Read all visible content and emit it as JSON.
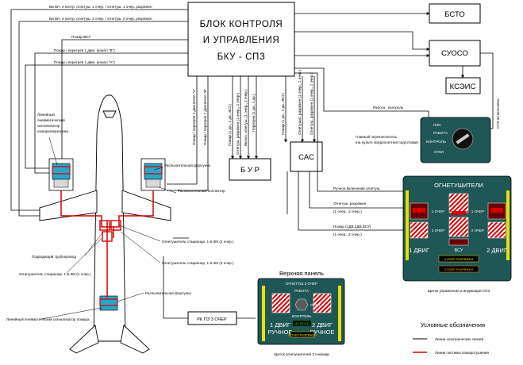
{
  "control_unit": {
    "line1": "БЛОК КОНТРОЛЯ",
    "line2": "И УПРАВЛЕНИЯ",
    "line3": "БКУ - СПЗ"
  },
  "boxes": {
    "bsto": "БСТО",
    "suoso": "СУОСО",
    "ksais": "КСЭИС",
    "bur": "Б У Р",
    "sas": "САС"
  },
  "left_signals": [
    "Включ. и контр. огнетуш. 1 очер. / огнетуш. 1 очер. разряжен",
    "Включ. и контр. огнетуш. 2 очер. / огнетуш. 2 очер. разряжен",
    "Пожар ВСУ",
    "Пожар / перегрев 1 двиг. (канал \"В\")",
    "Пожар / перегрев 1 двиг. (канал \"А\")"
  ],
  "vertical_labels": {
    "engine2_v": "Пожар / перегрев 2 двигателя \"V\"",
    "engine2_b": "Пожар / перегрев 2 двигателя \"В\"",
    "bur_1": "Пожар (1 дв., 2 дв., ВСУ)",
    "bur_2": "Огнетуш. разряжен (1 очер., 2 очер.)",
    "bur_3": "Включ. огнетуш. (1 очер., 2 очер.)",
    "bur_4": "Перегрев (1 дв., 2 дв.)",
    "sas_1": "Пожар (1 дв., 2 дв., ВСУ)",
    "sas_2": "Огнетушит. разряжен (1 очер., 2 очер.)",
    "sas_3": "Огнетуш. разряжен (1 очер., 2 очер.)",
    "spz_off": "СПЗ не включено"
  },
  "right_signals": {
    "work_control": "Работа , контроль",
    "manual_on": "Ручное включение огнетуш.",
    "discharged_1": "Огнетуш. разряжен",
    "discharged_2": "(1 очер., 2 очер.)",
    "fire_1": "Пожар (1ДВ,2ДВ,ВСУ)",
    "fire_2": "(1 очер., 2 очер.)"
  },
  "aircraft_labels": {
    "detector_1": "Линейный",
    "detector_2": "пневматический",
    "detector_3": "сигнализатор",
    "detector_4": "пожара/перегрева",
    "nozzle_ring": "Распылительная форсунка",
    "nozzle_collector": "Распылительный коллектор",
    "pipeline": "Подводящий трубопровод",
    "ext_3m": "Огнетушитель стационар, 1-6-3М (2 очер.)",
    "ext_2m": "Огнетушитель стационар, 1-6-2М (3 очер.)",
    "ext_left": "Огнетушитель стационар. 1-6-3М (1 очер.)",
    "nozzle_tail": "Распылительная форсунка",
    "detector_tail": "Линейный пневматический сигнализатор пожара"
  },
  "main_switch": {
    "caption_1": "Главный переключатель",
    "caption_2": "(на пульте предполетной подготовки)",
    "spz": "ПЗО",
    "work": "РАБОТА",
    "control": "КОНТРОЛЬ",
    "off": "ОТКЛ"
  },
  "rk_box": "РК ПЗ 3 ОЧЕР",
  "upper_panel_title": "Верхняя панель",
  "top_panel": {
    "title": "ОГНЕТУШ 3 ОЧЕР",
    "work": "РАБОТА",
    "off": "ОТКЛ",
    "control": "КОНТРОЛЬ",
    "left_1": "1 ДВИГ",
    "left_2": "РУЧНОЕ",
    "right_1": "2 ДВИГ",
    "right_2": "РУЧНОЕ",
    "green": "ИСПРАВ",
    "yellow": "3 ОЧЕР РАЗРЯЖЕН",
    "caption": "Щиток огнетушителей 3 очереди"
  },
  "right_panel": {
    "title": "ОГНЕТУШИТЕЛИ",
    "q1": "1 ОЧЕР",
    "q2": "2 ОЧЕР",
    "vsu": "ВСУ",
    "left": "1 ДВИГ",
    "right": "2 ДВИГ",
    "yellow": "3 ОЧЕР РАЗРЯЖЕН",
    "amber": "3 ОЧЕР РАЗРЯЖЕН",
    "caption": "Щиток управления и индикации СПЗ"
  },
  "legend": {
    "title": "Условные обозначения",
    "electric": "Линии электрических связей",
    "extinguish": "Линии системы пожаротушения"
  },
  "colors": {
    "panel": "#1f5656",
    "red_line": "#d40000",
    "yellow": "#e8e000",
    "green": "#0a7a0a"
  }
}
